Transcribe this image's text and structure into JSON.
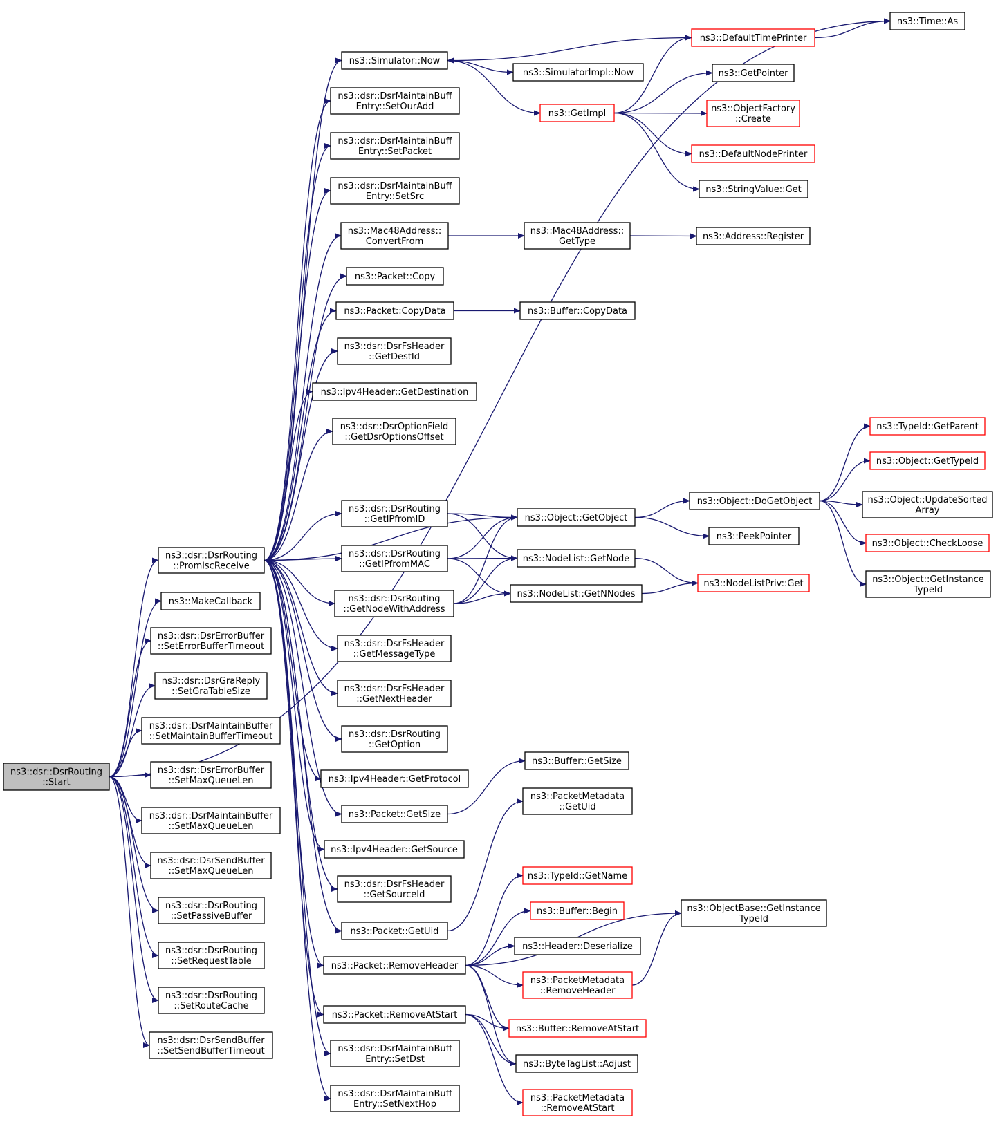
{
  "diagram": {
    "type": "call-graph",
    "colors": {
      "edge": "#191970",
      "normal_border": "#000000",
      "truncated_border": "#ff0000",
      "root_fill": "#bfbfbf"
    },
    "nodes": [
      {
        "id": "start",
        "lines": [
          "ns3::dsr::DsrRouting",
          "::Start"
        ],
        "style": "root"
      },
      {
        "id": "promisc",
        "lines": [
          "ns3::dsr::DsrRouting",
          "::PromiscReceive"
        ]
      },
      {
        "id": "makecb",
        "lines": [
          "ns3::MakeCallback"
        ]
      },
      {
        "id": "seterrtimeout",
        "lines": [
          "ns3::dsr::DsrErrorBuffer",
          "::SetErrorBufferTimeout"
        ]
      },
      {
        "id": "setgratable",
        "lines": [
          "ns3::dsr::DsrGraReply",
          "::SetGraTableSize"
        ]
      },
      {
        "id": "setmainttimeout",
        "lines": [
          "ns3::dsr::DsrMaintainBuffer",
          "::SetMaintainBufferTimeout"
        ]
      },
      {
        "id": "errmaxq",
        "lines": [
          "ns3::dsr::DsrErrorBuffer",
          "::SetMaxQueueLen"
        ]
      },
      {
        "id": "maintmaxq",
        "lines": [
          "ns3::dsr::DsrMaintainBuffer",
          "::SetMaxQueueLen"
        ]
      },
      {
        "id": "sendmaxq",
        "lines": [
          "ns3::dsr::DsrSendBuffer",
          "::SetMaxQueueLen"
        ]
      },
      {
        "id": "setpassive",
        "lines": [
          "ns3::dsr::DsrRouting",
          "::SetPassiveBuffer"
        ]
      },
      {
        "id": "setreqtable",
        "lines": [
          "ns3::dsr::DsrRouting",
          "::SetRequestTable"
        ]
      },
      {
        "id": "setroutecache",
        "lines": [
          "ns3::dsr::DsrRouting",
          "::SetRouteCache"
        ]
      },
      {
        "id": "setsendtimeout",
        "lines": [
          "ns3::dsr::DsrSendBuffer",
          "::SetSendBufferTimeout"
        ]
      },
      {
        "id": "simnow",
        "lines": [
          "ns3::Simulator::Now"
        ]
      },
      {
        "id": "setouradd",
        "lines": [
          "ns3::dsr::DsrMaintainBuff",
          "Entry::SetOurAdd"
        ]
      },
      {
        "id": "setpacket",
        "lines": [
          "ns3::dsr::DsrMaintainBuff",
          "Entry::SetPacket"
        ]
      },
      {
        "id": "setsrc",
        "lines": [
          "ns3::dsr::DsrMaintainBuff",
          "Entry::SetSrc"
        ]
      },
      {
        "id": "mac48convert",
        "lines": [
          "ns3::Mac48Address::",
          "ConvertFrom"
        ]
      },
      {
        "id": "pktcopy",
        "lines": [
          "ns3::Packet::Copy"
        ]
      },
      {
        "id": "pktcopydata",
        "lines": [
          "ns3::Packet::CopyData"
        ]
      },
      {
        "id": "getdestid",
        "lines": [
          "ns3::dsr::DsrFsHeader",
          "::GetDestId"
        ]
      },
      {
        "id": "ipv4getdest",
        "lines": [
          "ns3::Ipv4Header::GetDestination"
        ]
      },
      {
        "id": "getdsroptoff",
        "lines": [
          "ns3::dsr::DsrOptionField",
          "::GetDsrOptionsOffset"
        ]
      },
      {
        "id": "getipfromid",
        "lines": [
          "ns3::dsr::DsrRouting",
          "::GetIPfromID"
        ]
      },
      {
        "id": "getipfrommac",
        "lines": [
          "ns3::dsr::DsrRouting",
          "::GetIPfromMAC"
        ]
      },
      {
        "id": "getnodewithaddr",
        "lines": [
          "ns3::dsr::DsrRouting",
          "::GetNodeWithAddress"
        ]
      },
      {
        "id": "getmsgtype",
        "lines": [
          "ns3::dsr::DsrFsHeader",
          "::GetMessageType"
        ]
      },
      {
        "id": "getnexthdr",
        "lines": [
          "ns3::dsr::DsrFsHeader",
          "::GetNextHeader"
        ]
      },
      {
        "id": "getoption",
        "lines": [
          "ns3::dsr::DsrRouting",
          "::GetOption"
        ]
      },
      {
        "id": "ipv4getproto",
        "lines": [
          "ns3::Ipv4Header::GetProtocol"
        ]
      },
      {
        "id": "pktgetsize",
        "lines": [
          "ns3::Packet::GetSize"
        ]
      },
      {
        "id": "ipv4getsrc",
        "lines": [
          "ns3::Ipv4Header::GetSource"
        ]
      },
      {
        "id": "getsourceid",
        "lines": [
          "ns3::dsr::DsrFsHeader",
          "::GetSourceId"
        ]
      },
      {
        "id": "pktgetuid",
        "lines": [
          "ns3::Packet::GetUid"
        ]
      },
      {
        "id": "pktremovehdr",
        "lines": [
          "ns3::Packet::RemoveHeader"
        ]
      },
      {
        "id": "pktremoveatstart",
        "lines": [
          "ns3::Packet::RemoveAtStart"
        ]
      },
      {
        "id": "setdst",
        "lines": [
          "ns3::dsr::DsrMaintainBuff",
          "Entry::SetDst"
        ]
      },
      {
        "id": "setnexthop",
        "lines": [
          "ns3::dsr::DsrMaintainBuff",
          "Entry::SetNextHop"
        ]
      },
      {
        "id": "simimplnow",
        "lines": [
          "ns3::SimulatorImpl::Now"
        ]
      },
      {
        "id": "getimpl",
        "lines": [
          "ns3::GetImpl"
        ],
        "style": "red"
      },
      {
        "id": "mac48gettype",
        "lines": [
          "ns3::Mac48Address::",
          "GetType"
        ]
      },
      {
        "id": "bufcopydata",
        "lines": [
          "ns3::Buffer::CopyData"
        ]
      },
      {
        "id": "objgetobject",
        "lines": [
          "ns3::Object::GetObject"
        ]
      },
      {
        "id": "nodelistgetnode",
        "lines": [
          "ns3::NodeList::GetNode"
        ]
      },
      {
        "id": "nodelistgetn",
        "lines": [
          "ns3::NodeList::GetNNodes"
        ]
      },
      {
        "id": "bufgetsize",
        "lines": [
          "ns3::Buffer::GetSize"
        ]
      },
      {
        "id": "pmgetuid",
        "lines": [
          "ns3::PacketMetadata",
          "::GetUid"
        ]
      },
      {
        "id": "typeidgetname",
        "lines": [
          "ns3::TypeId::GetName"
        ],
        "style": "red"
      },
      {
        "id": "bufbegin",
        "lines": [
          "ns3::Buffer::Begin"
        ],
        "style": "red"
      },
      {
        "id": "hdrdeser",
        "lines": [
          "ns3::Header::Deserialize"
        ]
      },
      {
        "id": "pmremovehdr",
        "lines": [
          "ns3::PacketMetadata",
          "::RemoveHeader"
        ],
        "style": "red"
      },
      {
        "id": "bufremoveatstart",
        "lines": [
          "ns3::Buffer::RemoveAtStart"
        ],
        "style": "red"
      },
      {
        "id": "btladjust",
        "lines": [
          "ns3::ByteTagList::Adjust"
        ]
      },
      {
        "id": "pmremoveatstart",
        "lines": [
          "ns3::PacketMetadata",
          "::RemoveAtStart"
        ],
        "style": "red"
      },
      {
        "id": "defaulttimeprinter",
        "lines": [
          "ns3::DefaultTimePrinter"
        ],
        "style": "red"
      },
      {
        "id": "getpointer",
        "lines": [
          "ns3::GetPointer"
        ]
      },
      {
        "id": "objfactcreate",
        "lines": [
          "ns3::ObjectFactory",
          "::Create"
        ],
        "style": "red"
      },
      {
        "id": "defaultnodeprinter",
        "lines": [
          "ns3::DefaultNodePrinter"
        ],
        "style": "red"
      },
      {
        "id": "stringvalueget",
        "lines": [
          "ns3::StringValue::Get"
        ]
      },
      {
        "id": "addrregister",
        "lines": [
          "ns3::Address::Register"
        ]
      },
      {
        "id": "objdogetobject",
        "lines": [
          "ns3::Object::DoGetObject"
        ]
      },
      {
        "id": "peekpointer",
        "lines": [
          "ns3::PeekPointer"
        ]
      },
      {
        "id": "nodelistprivget",
        "lines": [
          "ns3::NodeListPriv::Get"
        ],
        "style": "red"
      },
      {
        "id": "objbasegetinst",
        "lines": [
          "ns3::ObjectBase::GetInstance",
          "TypeId"
        ]
      },
      {
        "id": "timeas",
        "lines": [
          "ns3::Time::As"
        ]
      },
      {
        "id": "typeidgetparent",
        "lines": [
          "ns3::TypeId::GetParent"
        ],
        "style": "red"
      },
      {
        "id": "objgettypeid",
        "lines": [
          "ns3::Object::GetTypeId"
        ],
        "style": "red"
      },
      {
        "id": "objupdatesorted",
        "lines": [
          "ns3::Object::UpdateSorted",
          "Array"
        ]
      },
      {
        "id": "objcheckloose",
        "lines": [
          "ns3::Object::CheckLoose"
        ],
        "style": "red"
      },
      {
        "id": "objgetinsttypeid",
        "lines": [
          "ns3::Object::GetInstance",
          "TypeId"
        ]
      }
    ],
    "edges": [
      [
        "start",
        "promisc"
      ],
      [
        "start",
        "makecb"
      ],
      [
        "start",
        "seterrtimeout"
      ],
      [
        "start",
        "setgratable"
      ],
      [
        "start",
        "setmainttimeout"
      ],
      [
        "start",
        "errmaxq"
      ],
      [
        "start",
        "maintmaxq"
      ],
      [
        "start",
        "sendmaxq"
      ],
      [
        "start",
        "setpassive"
      ],
      [
        "start",
        "setreqtable"
      ],
      [
        "start",
        "setroutecache"
      ],
      [
        "start",
        "setsendtimeout"
      ],
      [
        "start",
        "timeas"
      ],
      [
        "promisc",
        "simnow"
      ],
      [
        "promisc",
        "setouradd"
      ],
      [
        "promisc",
        "setpacket"
      ],
      [
        "promisc",
        "setsrc"
      ],
      [
        "promisc",
        "mac48convert"
      ],
      [
        "promisc",
        "pktcopy"
      ],
      [
        "promisc",
        "pktcopydata"
      ],
      [
        "promisc",
        "getdestid"
      ],
      [
        "promisc",
        "ipv4getdest"
      ],
      [
        "promisc",
        "getdsroptoff"
      ],
      [
        "promisc",
        "objgetobject"
      ],
      [
        "promisc",
        "getipfromid"
      ],
      [
        "promisc",
        "getipfrommac"
      ],
      [
        "promisc",
        "getnodewithaddr"
      ],
      [
        "promisc",
        "getmsgtype"
      ],
      [
        "promisc",
        "getnexthdr"
      ],
      [
        "promisc",
        "getoption"
      ],
      [
        "promisc",
        "ipv4getproto"
      ],
      [
        "promisc",
        "pktgetsize"
      ],
      [
        "promisc",
        "ipv4getsrc"
      ],
      [
        "promisc",
        "getsourceid"
      ],
      [
        "promisc",
        "pktgetuid"
      ],
      [
        "promisc",
        "pktremovehdr"
      ],
      [
        "promisc",
        "pktremoveatstart"
      ],
      [
        "promisc",
        "setdst"
      ],
      [
        "promisc",
        "setnexthop"
      ],
      [
        "simnow",
        "simimplnow"
      ],
      [
        "simnow",
        "getimpl"
      ],
      [
        "getimpl",
        "defaulttimeprinter"
      ],
      [
        "getimpl",
        "getpointer"
      ],
      [
        "getimpl",
        "objfactcreate"
      ],
      [
        "getimpl",
        "defaultnodeprinter"
      ],
      [
        "getimpl",
        "stringvalueget"
      ],
      [
        "defaulttimeprinter",
        "simnow"
      ],
      [
        "defaulttimeprinter",
        "timeas"
      ],
      [
        "mac48convert",
        "mac48gettype"
      ],
      [
        "mac48gettype",
        "addrregister"
      ],
      [
        "pktcopydata",
        "bufcopydata"
      ],
      [
        "getipfromid",
        "objgetobject"
      ],
      [
        "getipfromid",
        "nodelistgetnode"
      ],
      [
        "getipfrommac",
        "objgetobject"
      ],
      [
        "getipfrommac",
        "nodelistgetnode"
      ],
      [
        "getipfrommac",
        "nodelistgetn"
      ],
      [
        "getnodewithaddr",
        "objgetobject"
      ],
      [
        "getnodewithaddr",
        "nodelistgetnode"
      ],
      [
        "getnodewithaddr",
        "nodelistgetn"
      ],
      [
        "objgetobject",
        "objdogetobject"
      ],
      [
        "objgetobject",
        "peekpointer"
      ],
      [
        "nodelistgetnode",
        "nodelistprivget"
      ],
      [
        "nodelistgetn",
        "nodelistprivget"
      ],
      [
        "objdogetobject",
        "typeidgetparent"
      ],
      [
        "objdogetobject",
        "objgettypeid"
      ],
      [
        "objdogetobject",
        "objupdatesorted"
      ],
      [
        "objdogetobject",
        "objcheckloose"
      ],
      [
        "objdogetobject",
        "objgetinsttypeid"
      ],
      [
        "pktgetsize",
        "bufgetsize"
      ],
      [
        "pktgetuid",
        "pmgetuid"
      ],
      [
        "pktremovehdr",
        "typeidgetname"
      ],
      [
        "pktremovehdr",
        "bufbegin"
      ],
      [
        "pktremovehdr",
        "hdrdeser"
      ],
      [
        "pktremovehdr",
        "pmremovehdr"
      ],
      [
        "pktremovehdr",
        "bufremoveatstart"
      ],
      [
        "pktremovehdr",
        "btladjust"
      ],
      [
        "pktremovehdr",
        "objbasegetinst"
      ],
      [
        "pmremovehdr",
        "objbasegetinst"
      ],
      [
        "pktremoveatstart",
        "bufremoveatstart"
      ],
      [
        "pktremoveatstart",
        "btladjust"
      ],
      [
        "pktremoveatstart",
        "pmremoveatstart"
      ]
    ]
  }
}
